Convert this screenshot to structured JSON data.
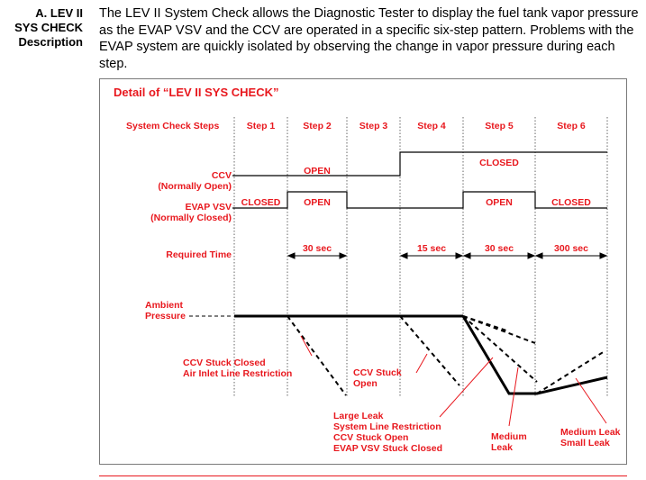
{
  "section": {
    "line1": "A. LEV II",
    "line2": "SYS CHECK",
    "line3": "Description"
  },
  "description": "The LEV II System Check allows the Diagnostic Tester to display the fuel tank vapor pressure as the EVAP VSV and the CCV are operated in a specific six-step pattern. Problems with the EVAP system are quickly isolated by observing the change in vapor pressure during each step.",
  "diagram": {
    "title": "Detail of “LEV II SYS CHECK”",
    "steps_header": "System Check Steps",
    "steps": [
      "Step 1",
      "Step 2",
      "Step 3",
      "Step 4",
      "Step 5",
      "Step 6"
    ],
    "ccv": {
      "line1": "CCV",
      "line2": "(Normally Open)",
      "open": "OPEN",
      "closed": "CLOSED"
    },
    "vsv": {
      "line1": "EVAP VSV",
      "line2": "(Normally Closed)",
      "closed1": "CLOSED",
      "open1": "OPEN",
      "open2": "OPEN",
      "closed2": "CLOSED"
    },
    "required_time": {
      "label": "Required Time",
      "times": [
        "30 sec",
        "15 sec",
        "30 sec",
        "300 sec"
      ]
    },
    "ambient": {
      "line1": "Ambient",
      "line2": "Pressure"
    },
    "annotations": {
      "a1_line1": "CCV Stuck Closed",
      "a1_line2": "Air Inlet Line Restriction",
      "a2_line1": "CCV Stuck",
      "a2_line2": "Open",
      "a3_line1": "Large Leak",
      "a3_line2": "System Line Restriction",
      "a3_line3": "CCV Stuck Open",
      "a3_line4": "EVAP VSV Stuck Closed",
      "a4_line1": "Medium",
      "a4_line2": "Leak",
      "a5_line1": "Medium Leak",
      "a5_line2": "Small Leak"
    }
  }
}
